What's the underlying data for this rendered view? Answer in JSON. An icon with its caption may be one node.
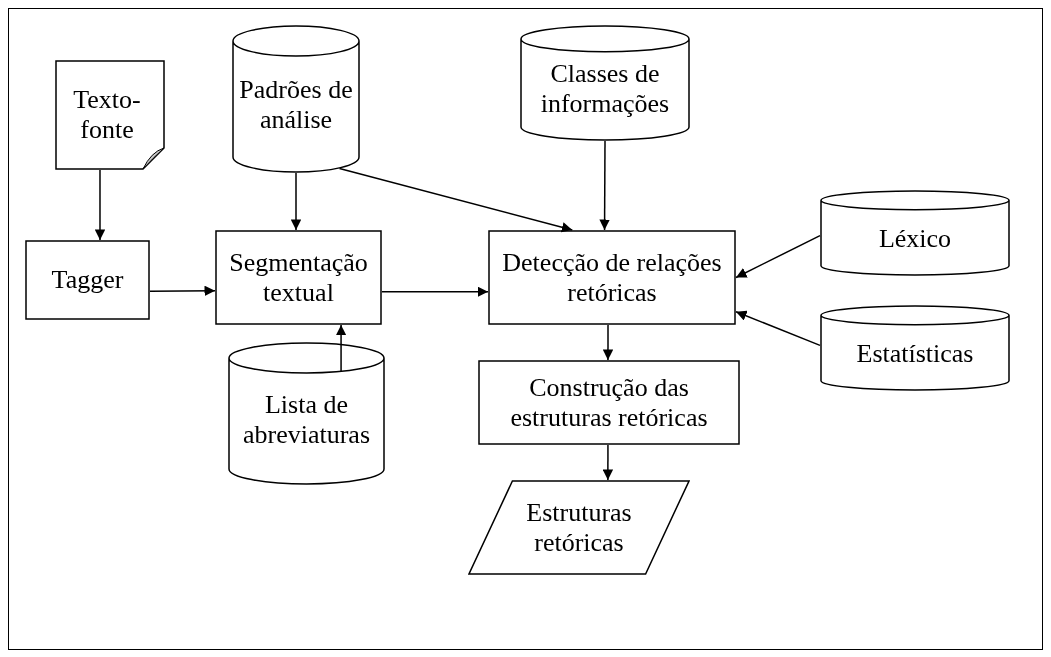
{
  "diagram": {
    "nodes": [
      {
        "text": [
          "Padrões de análise"
        ]
      },
      {
        "text": [
          "Classes de informações"
        ]
      },
      {
        "text": [
          "Texto-fonte"
        ]
      },
      {
        "text": [
          "Léxico"
        ]
      },
      {
        "text": [
          "Tagger"
        ]
      },
      {
        "text": [
          "Segmentação textual"
        ]
      },
      {
        "text": [
          "Detecção de relações retóricas"
        ]
      },
      {
        "text": [
          "Estatísticas"
        ]
      },
      {
        "text": [
          "Lista de abreviaturas"
        ]
      },
      {
        "text": [
          "Construção das estruturas retóricas"
        ]
      },
      {
        "text": [
          "Estruturas retóricas"
        ]
      }
    ],
    "edges": [
      {
        "from": 2,
        "to": 4,
        "arrow": "to"
      },
      {
        "from": 4,
        "to": 5,
        "arrow": "to"
      },
      {
        "from": 0,
        "to": 5,
        "arrow": "to"
      },
      {
        "from": 0,
        "to": 6,
        "arrow": "to"
      },
      {
        "from": 1,
        "to": 6,
        "arrow": "to"
      },
      {
        "from": 3,
        "to": 6,
        "arrow": "to"
      },
      {
        "from": 7,
        "to": 6,
        "arrow": "to"
      },
      {
        "from": 8,
        "to": 5,
        "arrow": "to"
      },
      {
        "from": 5,
        "to": 6,
        "arrow": "to"
      },
      {
        "from": 6,
        "to": 9,
        "arrow": "to"
      },
      {
        "from": 9,
        "to": 10,
        "arrow": "to"
      }
    ]
  }
}
